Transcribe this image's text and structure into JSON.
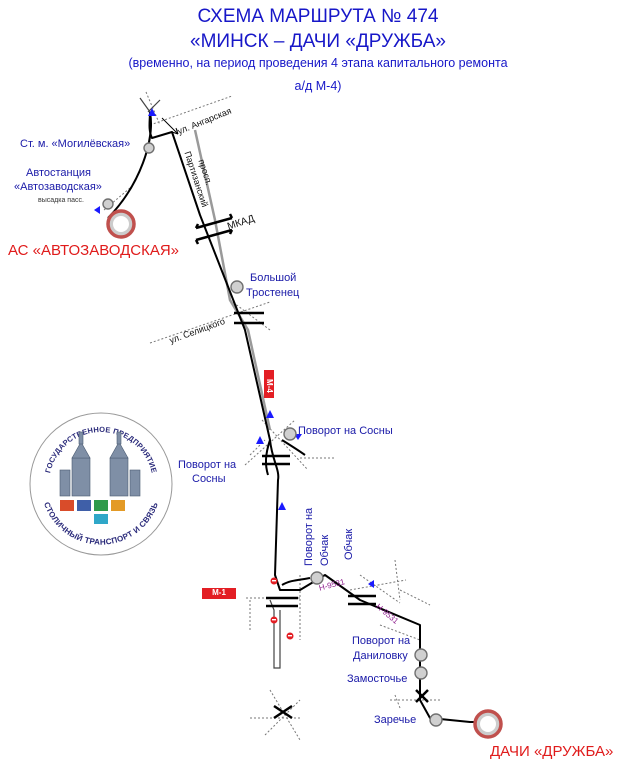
{
  "header": {
    "title": "СХЕМА МАРШРУТА № 474",
    "route_name": "«МИНСК – ДАЧИ «ДРУЖБА»",
    "note_line1": "(временно, на период проведения 4 этапа капитального ремонта",
    "note_line2": "а/д М-4)"
  },
  "terminals": {
    "start": "АС «АВТОЗАВОДСКАЯ»",
    "end": "ДАЧИ «ДРУЖБА»"
  },
  "stops": {
    "mogilevskaya": "Ст. м. «Могилёвская»",
    "avtostanciya_1": "Автостанция",
    "avtostanciya_2": "«Автозаводская»",
    "vysadka": "высадка пасс.",
    "bolshoy_1": "Большой",
    "bolshoy_2": "Тростенец",
    "sosny_right": "Поворот на Сосны",
    "sosny_left_1": "Поворот на",
    "sosny_left_2": "Сосны",
    "obchak_turn_1": "Поворот на",
    "obchak_turn_2": "Обчак",
    "obchak": "Обчак",
    "danilovka_1": "Поворот на",
    "danilovka_2": "Даниловку",
    "zamostochye": "Замосточье",
    "zarechye": "Заречье"
  },
  "streets": {
    "angarskaya": "ул. Ангарская",
    "partizansky_1": "просп.",
    "partizansky_2": "Партизанский",
    "mkad": "МКАД",
    "selitskogo": "ул. Селицкого"
  },
  "roads": {
    "m4": "М-4",
    "m1": "М-1",
    "n9531_a": "Н-9531",
    "n9531_b": "Н-9531"
  },
  "logo": {
    "top_text": "ГОСУДАРСТВЕННОЕ ПРЕДПРИЯТИЕ",
    "bottom_text": "СТОЛИЧНЫЙ ТРАНСПОРТ И СВЯЗЬ"
  },
  "colors": {
    "title": "#1717c8",
    "terminal": "#e01b1b",
    "road_label": "#e31e24",
    "route": "#000000",
    "stop_fill": "#d0d0d0",
    "terminal_ring": "#c0504d",
    "minor_road": "#777777"
  }
}
